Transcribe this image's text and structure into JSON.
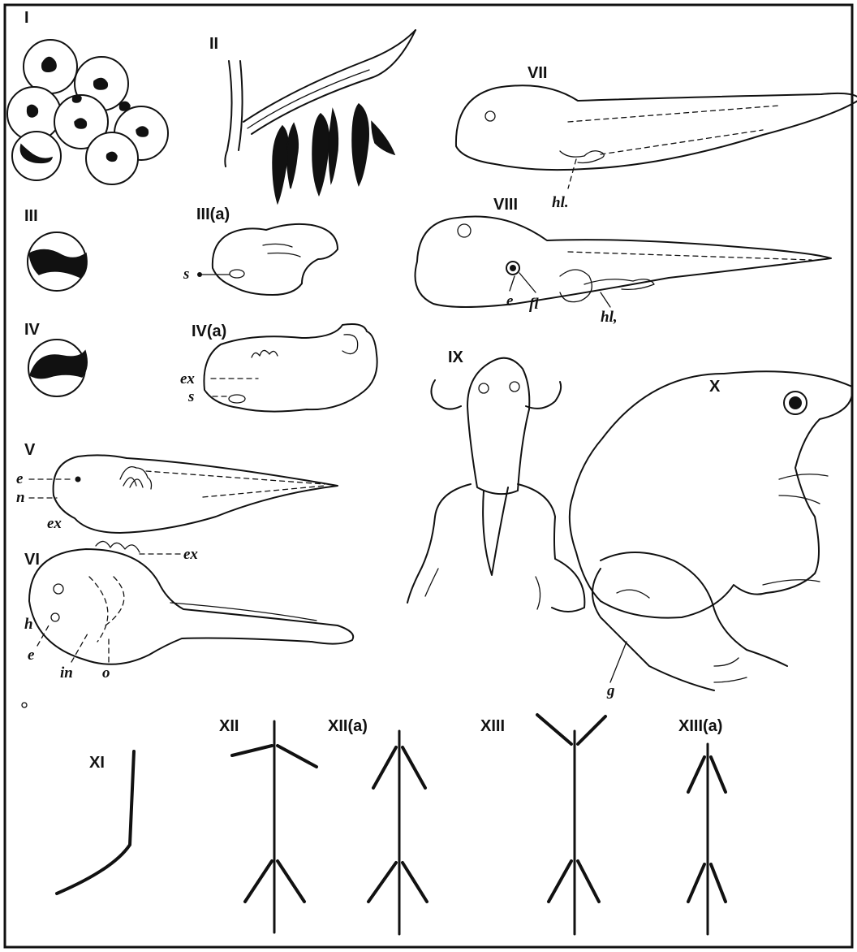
{
  "stages": {
    "s1": "I",
    "s2": "II",
    "s3": "III",
    "s3a": "III(a)",
    "s4": "IV",
    "s4a": "IV(a)",
    "s5": "V",
    "s6": "VI",
    "s7": "VII",
    "s8": "VIII",
    "s9": "IX",
    "s10": "X",
    "s11": "XI",
    "s12": "XII",
    "s12a": "XII(a)",
    "s13": "XIII",
    "s13a": "XIII(a)"
  },
  "labels": {
    "s": "s",
    "ex": "ex",
    "e": "e",
    "n": "n",
    "h": "h",
    "in": "in",
    "o": "o",
    "hl": "hl.",
    "hl2": "hl,",
    "fl": "fl",
    "g": "g"
  }
}
